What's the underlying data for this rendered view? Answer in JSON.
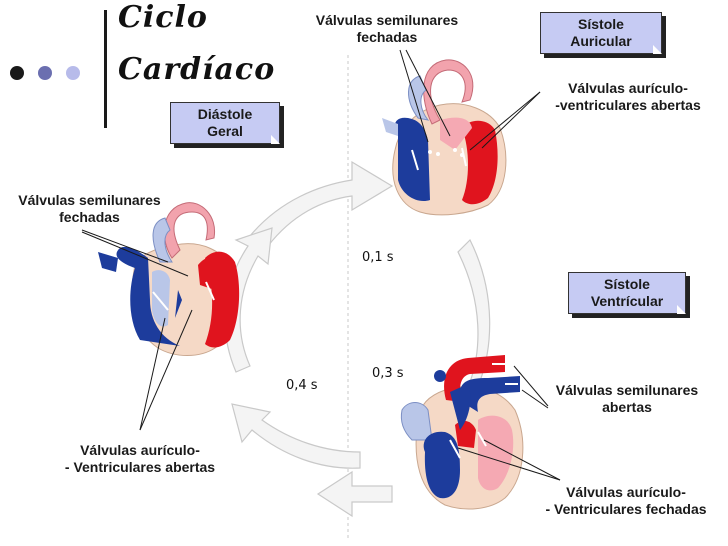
{
  "title": {
    "line1": "Ciclo",
    "line2": "Cardíaco"
  },
  "phases": {
    "diastole": {
      "line1": "Diástole",
      "line2": "Geral"
    },
    "atrial_systole": {
      "line1": "Sístole",
      "line2": "Auricular"
    },
    "ventricular_systole": {
      "line1": "Sístole",
      "line2": "Ventrícular"
    }
  },
  "labels": {
    "top_semilunar": {
      "line1": "Válvulas semilunares",
      "line2": "fechadas"
    },
    "top_av": {
      "line1": "Válvulas aurículo-",
      "line2": "-ventriculares abertas"
    },
    "left_semilunar": {
      "line1": "Válvulas semilunares",
      "line2": "fechadas"
    },
    "left_av": {
      "line1": "Válvulas aurículo-",
      "line2": "- Ventriculares abertas"
    },
    "right_semilunar": {
      "line1": "Válvulas semilunares",
      "line2": "abertas"
    },
    "right_av": {
      "line1": "Válvulas aurículo-",
      "line2": "- Ventriculares fechadas"
    }
  },
  "times": {
    "t1": "0,1 s",
    "t2": "0,3 s",
    "t3": "0,4 s"
  },
  "colors": {
    "accent_dot_dark": "#1a1a1a",
    "accent_dot_mid": "#6b6fb0",
    "accent_dot_light": "#b7bbea",
    "note_fill": "#c6cbf3",
    "oxygenated": "#e0141e",
    "deoxygenated": "#1d3c9c",
    "aorta": "#f3a8b0",
    "pulmonary": "#b8c4e6",
    "cycle_arrow": "#f2f2f2"
  },
  "icons": [
    "heart-diagram-icon",
    "cycle-arrow-icon"
  ]
}
